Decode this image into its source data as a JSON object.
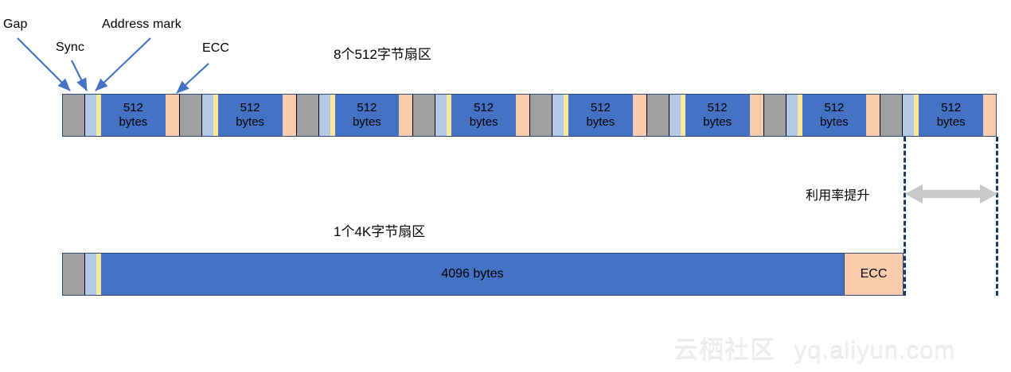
{
  "diagram": {
    "callouts": [
      {
        "id": "gap",
        "label": "Gap"
      },
      {
        "id": "sync",
        "label": "Sync"
      },
      {
        "id": "address-mark",
        "label": "Address mark"
      },
      {
        "id": "ecc",
        "label": "ECC"
      }
    ],
    "top": {
      "title": "8个512字节扇区",
      "sector_count": 8,
      "sector_label_line1": "512",
      "sector_label_line2": "bytes"
    },
    "bottom": {
      "title": "1个4K字节扇区",
      "data_label": "4096 bytes",
      "ecc_label": "ECC"
    },
    "comparison": {
      "label": "利用率提升"
    },
    "watermark": {
      "cn": "云栖社区",
      "url": "yq.aliyun.com"
    },
    "colors": {
      "gap": "#A0A0A0",
      "sync": "#B4C7E7",
      "address_mark": "#FFE699",
      "data": "#4472C4",
      "ecc": "#F8CBAD",
      "outline": "#2E4B7C",
      "arrow": "#4472C4",
      "dashed": "#1F3864",
      "measure_arrow": "#C8C8C8"
    }
  }
}
